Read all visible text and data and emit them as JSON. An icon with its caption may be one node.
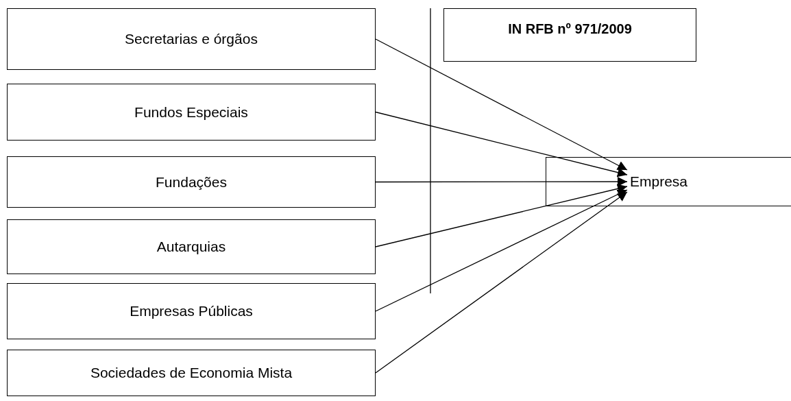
{
  "diagram": {
    "nodes": [
      {
        "text": [
          "Secretarias e órgãos"
        ]
      },
      {
        "text": [
          "Fundos Especiais"
        ]
      },
      {
        "text": [
          "Fundações"
        ]
      },
      {
        "text": [
          "Autarquias"
        ]
      },
      {
        "text": [
          "Empresas Públicas"
        ]
      },
      {
        "text": [
          "Sociedades de Economia Mista"
        ]
      },
      {
        "text": [
          "IN RFB nº 971/2009"
        ]
      },
      {
        "text": [
          "Empresa"
        ]
      }
    ],
    "edges": [
      {
        "from": 0,
        "to": 7,
        "arrow": "to"
      },
      {
        "from": 1,
        "to": 7,
        "arrow": "to"
      },
      {
        "from": 2,
        "to": 7,
        "arrow": "to"
      },
      {
        "from": 3,
        "to": 7,
        "arrow": "to"
      },
      {
        "from": 4,
        "to": 7,
        "arrow": "to"
      },
      {
        "from": 5,
        "to": 7,
        "arrow": "to"
      }
    ]
  }
}
